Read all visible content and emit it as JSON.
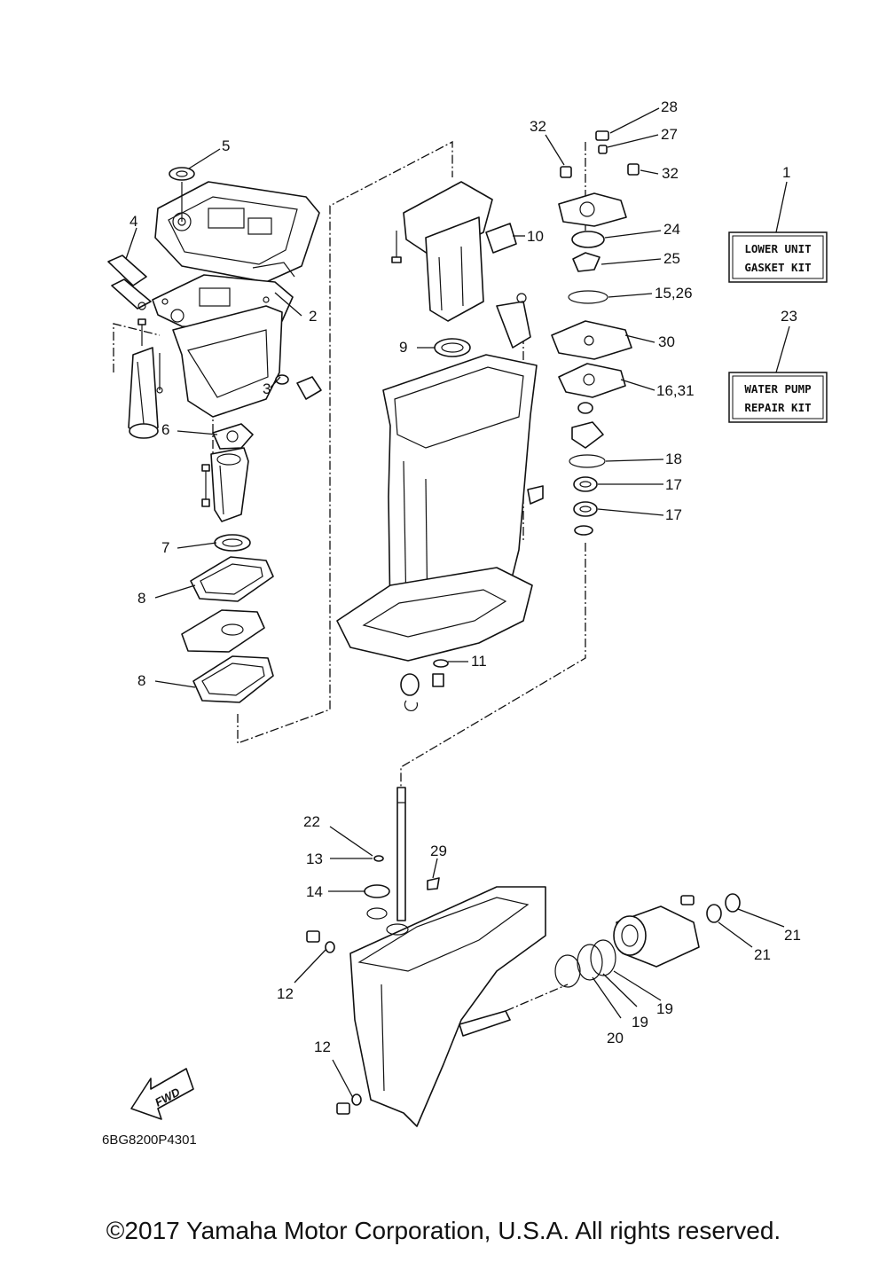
{
  "kits": {
    "lower_unit_number": "1",
    "lower_unit_line1": "LOWER UNIT",
    "lower_unit_line2": "GASKET KIT",
    "water_pump_number": "23",
    "water_pump_line1": "WATER PUMP",
    "water_pump_line2": "REPAIR KIT"
  },
  "callouts": {
    "c2": "2",
    "c3": "3",
    "c4": "4",
    "c5": "5",
    "c6": "6",
    "c7": "7",
    "c8a": "8",
    "c8b": "8",
    "c9": "9",
    "c10": "10",
    "c11": "11",
    "c12a": "12",
    "c12b": "12",
    "c13": "13",
    "c14": "14",
    "c15_26": "15,26",
    "c16_31": "16,31",
    "c17a": "17",
    "c17b": "17",
    "c18": "18",
    "c19a": "19",
    "c19b": "19",
    "c20": "20",
    "c21a": "21",
    "c21b": "21",
    "c22": "22",
    "c24": "24",
    "c25": "25",
    "c27": "27",
    "c28": "28",
    "c29": "29",
    "c30": "30",
    "c32a": "32",
    "c32b": "32"
  },
  "fwd_label": "FWD",
  "diagram_code": "6BG8200P4301",
  "copyright": "©2017 Yamaha Motor Corporation, U.S.A. All rights reserved."
}
